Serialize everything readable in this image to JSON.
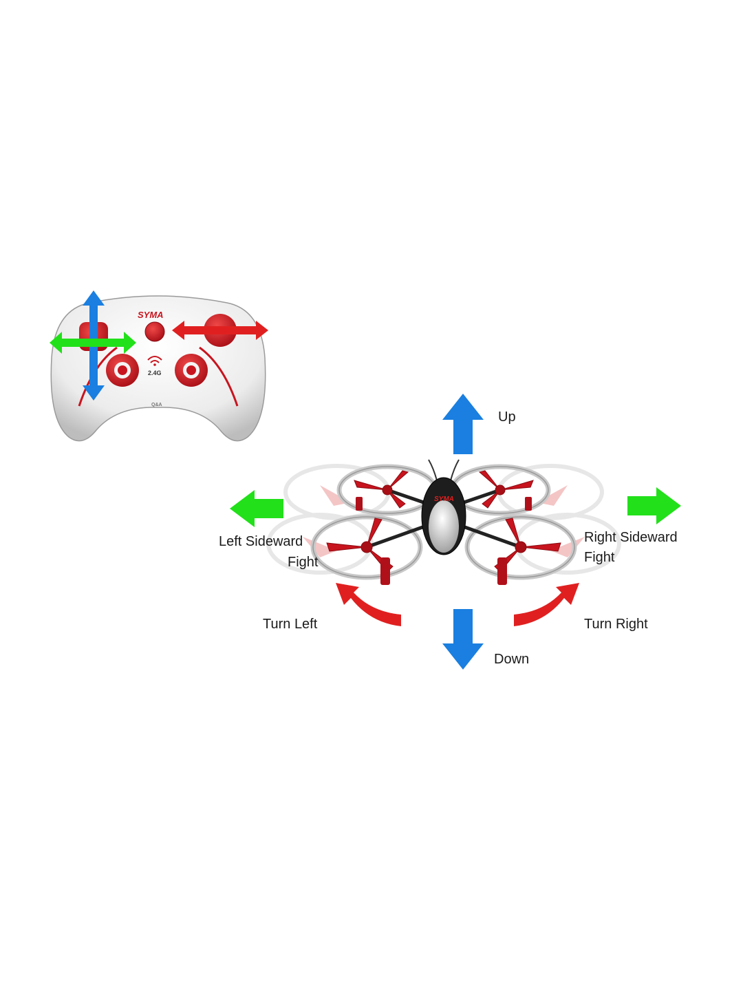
{
  "controller": {
    "brand": "SYMA",
    "frequency": "2.4G",
    "model": "Q&A"
  },
  "drone": {
    "brand": "SYMA"
  },
  "directions": {
    "up": "Up",
    "down": "Down",
    "left_sideward_line1": "Left Sideward",
    "left_sideward_line2": "Fight",
    "right_sideward_line1": "Right Sideward",
    "right_sideward_line2": "Fight",
    "turn_left": "Turn Left",
    "turn_right": "Turn Right"
  },
  "colors": {
    "vertical_arrow": "#1a7fe0",
    "sideward_arrow": "#22e01a",
    "turn_arrow": "#e02020",
    "controller_body": "#f2f2f2",
    "accent_red": "#c8141e"
  }
}
